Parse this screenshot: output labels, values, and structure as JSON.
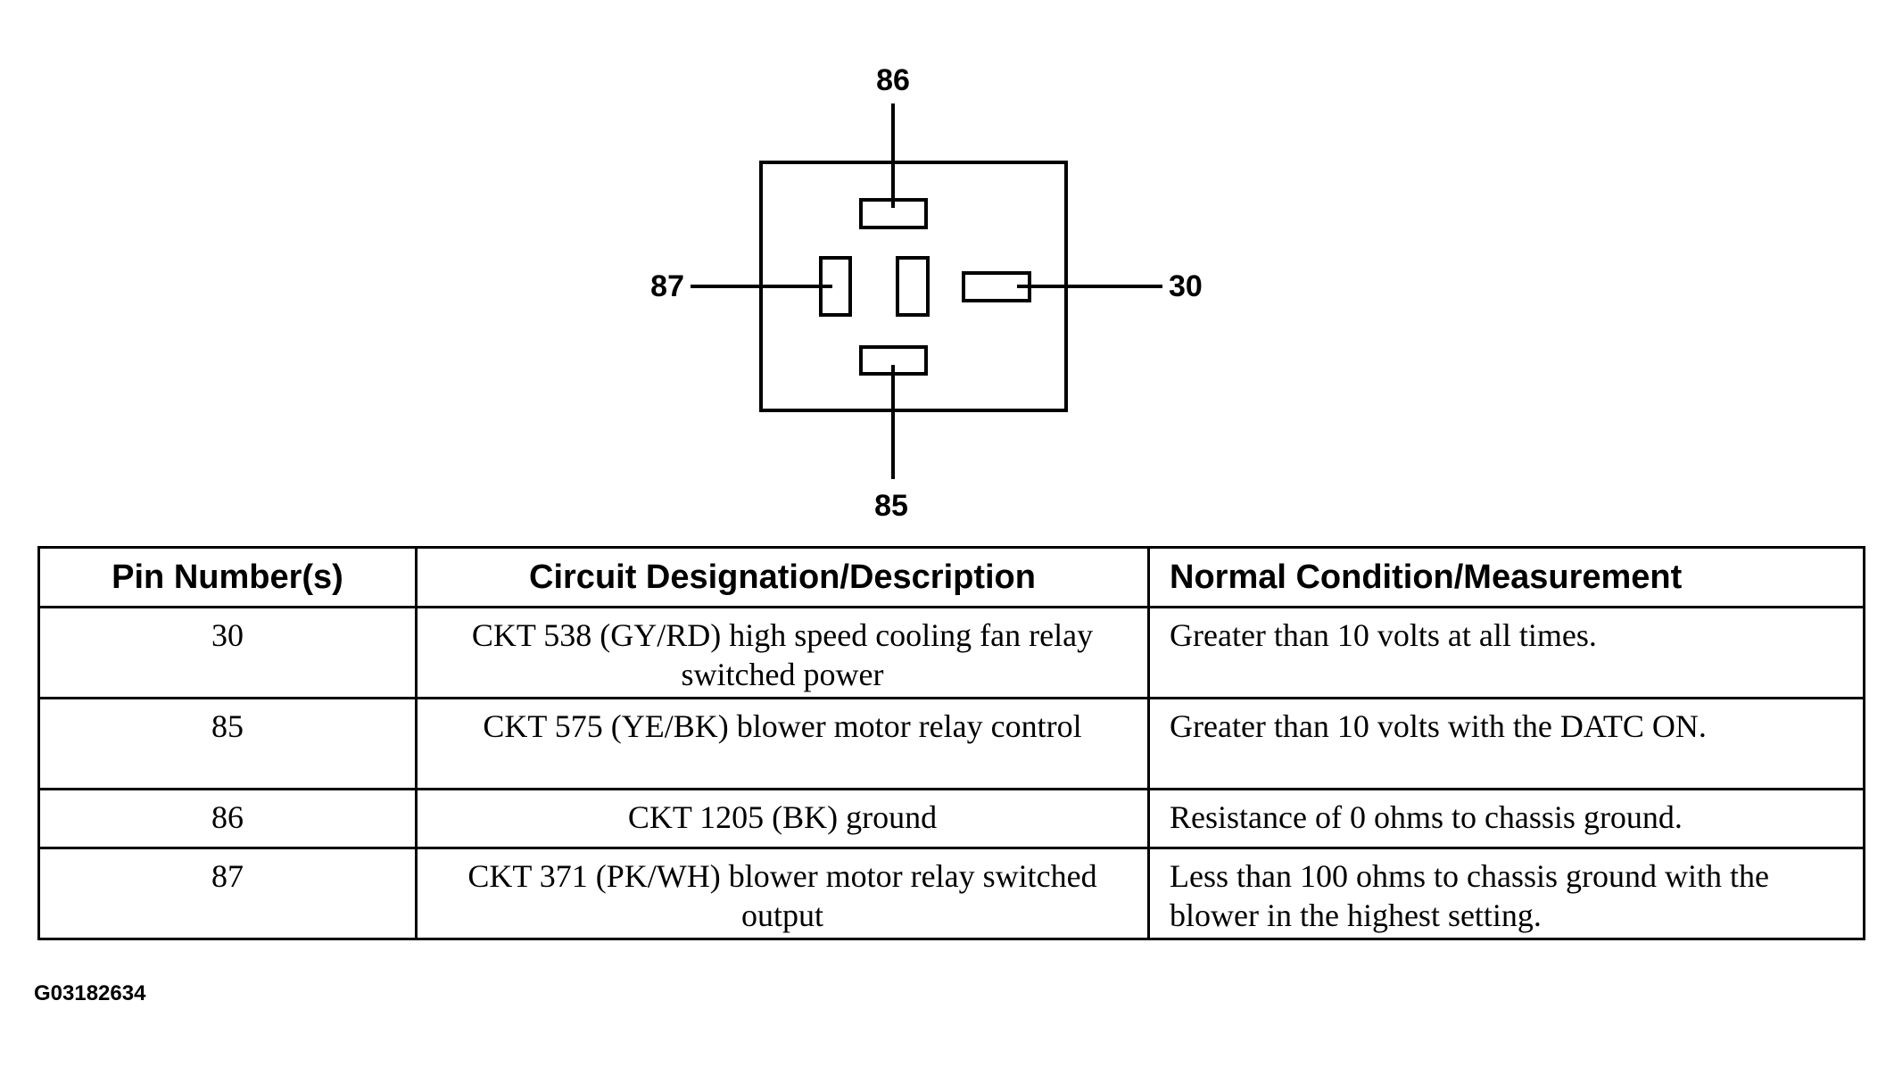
{
  "connector": {
    "pins": {
      "top": "86",
      "left": "87",
      "right": "30",
      "bottom": "85"
    }
  },
  "table": {
    "headers": {
      "pin": "Pin Number(s)",
      "description": "Circuit Designation/Description",
      "condition": "Normal Condition/Measurement"
    },
    "rows": [
      {
        "pin": "30",
        "description": "CKT 538 (GY/RD) high speed cooling fan relay switched power",
        "condition": "Greater than 10 volts at all times."
      },
      {
        "pin": "85",
        "description": "CKT 575 (YE/BK) blower motor relay control",
        "condition": "Greater than 10 volts with the DATC ON."
      },
      {
        "pin": "86",
        "description": "CKT 1205 (BK) ground",
        "condition": "Resistance of 0 ohms to chassis ground."
      },
      {
        "pin": "87",
        "description": "CKT 371 (PK/WH) blower motor relay switched output",
        "condition": "Less than 100 ohms to chassis ground with the blower in the highest setting."
      }
    ]
  },
  "figure_id": "G03182634"
}
